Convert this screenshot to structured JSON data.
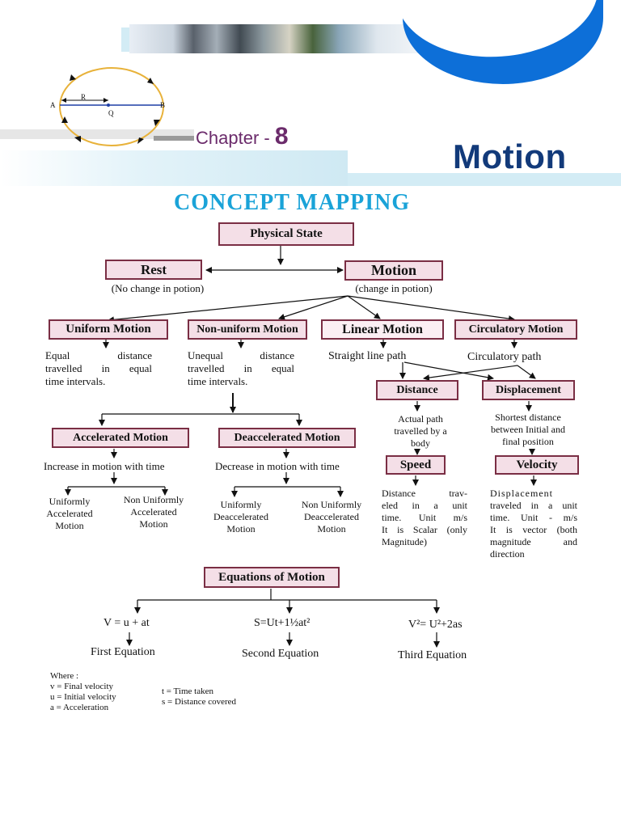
{
  "header": {
    "chapter_label": "Chapter - ",
    "chapter_number": "8",
    "title": "Motion",
    "heading": "CONCEPT MAPPING",
    "circle_labels": {
      "a": "A",
      "b": "B",
      "r": "R",
      "q": "Q"
    }
  },
  "map": {
    "physical_state": "Physical State",
    "rest": "Rest",
    "rest_note": "(No change in potion)",
    "motion": "Motion",
    "motion_note": "(change in potion)",
    "uniform": "Uniform Motion",
    "uniform_desc": [
      "Equal distance",
      "travelled in equal",
      "time intervals."
    ],
    "nonuniform": "Non-uniform Motion",
    "nonuniform_desc": [
      "Unequal distance",
      "travelled in equal",
      "time intervals."
    ],
    "linear": "Linear Motion",
    "linear_desc": "Straight line path",
    "circulatory": "Circulatory Motion",
    "circulatory_desc": "Circulatory path",
    "distance": "Distance",
    "distance_desc": [
      "Actual path",
      "travelled by a",
      "body"
    ],
    "displacement": "Displacement",
    "displacement_desc": [
      "Shortest distance",
      "between Initial and",
      "final position"
    ],
    "speed": "Speed",
    "speed_desc": [
      "Distance trav-",
      "eled in a unit",
      "time. Unit m/s",
      "It is Scalar (only",
      "Magnitude)"
    ],
    "velocity": "Velocity",
    "velocity_desc": [
      "Displacement",
      "traveled in a unit",
      "time. Unit - m/s",
      "It is vector (both",
      "magnitude and",
      "direction"
    ],
    "accelerated": "Accelerated Motion",
    "accelerated_desc": "Increase in motion with time",
    "deaccelerated": "Deaccelerated Motion",
    "deaccelerated_desc": "Decrease in motion with time",
    "uam": [
      "Uniformly",
      "Accelerated",
      "Motion"
    ],
    "nuam": [
      "Non Uniformly",
      "Accelerated",
      "Motion"
    ],
    "udm": [
      "Uniformly",
      "Deaccelerated",
      "Motion"
    ],
    "nudm": [
      "Non Uniformly",
      "Deaccelerated",
      "Motion"
    ],
    "equations": "Equations of Motion",
    "eq1": "V = u + at",
    "eq1_label": "First Equation",
    "eq2": "S=Ut+1½at²",
    "eq2_label": "Second Equation",
    "eq3": "V²= U²+2as",
    "eq3_label": "Third Equation"
  },
  "legend": {
    "where": "Where :",
    "left": [
      "v = Final velocity",
      "u = Initial velocity",
      "a = Acceleration"
    ],
    "right": [
      "t = Time taken",
      "s = Distance covered"
    ]
  },
  "colors": {
    "box_fill": "#f4dfe7",
    "box_border": "#7a2e44",
    "heading": "#1aa3d8",
    "title": "#123a7a",
    "chapter": "#6b2b6b",
    "banner_blue": "#0d6fd8",
    "stripe": "#d3ecf5",
    "orbit": "#e8b23a"
  }
}
